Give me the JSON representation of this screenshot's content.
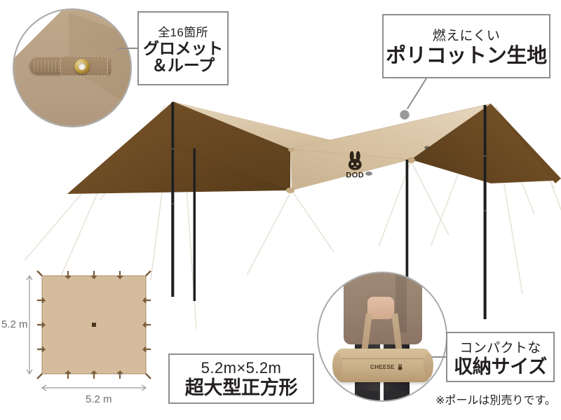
{
  "product": {
    "brand": "DOD",
    "bag_label": "CHEESE"
  },
  "callouts": {
    "grommet": {
      "small": "全16箇所",
      "big_line1": "グロメット",
      "big_line2": "＆ループ",
      "photo_alt": "grommet-and-loop-closeup"
    },
    "fabric": {
      "small": "燃えにくい",
      "big": "ポリコットン生地"
    },
    "square": {
      "small": "5.2m×5.2m",
      "big": "超大型正方形"
    },
    "storage": {
      "small": "コンパクトな",
      "big": "収納サイズ",
      "photo_alt": "carry-bag-held-by-person"
    }
  },
  "dimensions": {
    "vertical": "5.2 m",
    "horizontal": "5.2 m",
    "loops_total": 16,
    "loops_per_edge": 3,
    "corner_loops": 4
  },
  "note": "※ポールは別売りです。",
  "colors": {
    "fabric_tan": "#D8C3A3",
    "fabric_tan_light": "#E2D2B8",
    "fabric_brown": "#6B4A23",
    "fabric_brown_dark": "#5C3F1D",
    "diagram_fill": "#D4BC9C",
    "diagram_edge": "#8A6E4B",
    "loop_brown": "#7A5C3A",
    "pole_black": "#1F1F1F",
    "guyline": "#EDE9E0",
    "box_border": "#8E8E8E",
    "circle_border": "#A9A9A9",
    "leader_line": "#8E8E8E",
    "text_dark": "#231F20",
    "text_gray": "#6D6D6D"
  }
}
